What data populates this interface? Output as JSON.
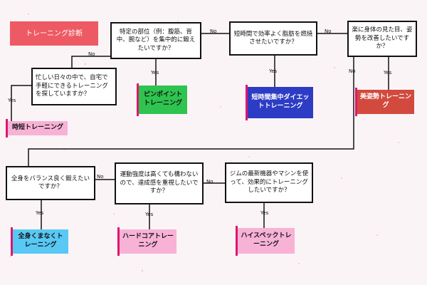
{
  "title": "トレーニング診断",
  "questions": {
    "q_busy": "忙しい日々の中で、自宅で手軽にできるトレーニングを探していますか？",
    "q_specific": "特定の部位（例：腹筋、背中、腕など）を集中的に鍛えたいですか？",
    "q_fat": "短時間で効率よく脂肪を燃焼させたいですか？",
    "q_posture": "楽に身体の見た目、姿勢を改善したいですか？",
    "q_balance": "全身をバランス良く鍛えたいですか？",
    "q_intensity": "運動強度は高くても構わないので、達成感を重視したいですか？",
    "q_gym": "ジムの最新機器やマシンを使って、効果的にトレーニングしたいですか？"
  },
  "results": {
    "r_short": "時短トレーニング",
    "r_pinpoint": "ピンポイントトレーニング",
    "r_hiit": "短時間集中ダイエットトレーニング",
    "r_posture": "美姿勢トレーニング",
    "r_fullbody": "全身くまなくトレーニング",
    "r_hardcore": "ハードコアトレーニング",
    "r_highspec": "ハイスペックトレーニング"
  },
  "labels": {
    "yes": "Yes",
    "no": "No"
  },
  "colors": {
    "title_bg": "#ee5a63",
    "pink": "#f7b2d6",
    "green": "#2ec44f",
    "blue": "#2d3cc4",
    "red": "#d24a3e",
    "cyan": "#58c8f4",
    "accent": "#e0156e"
  }
}
